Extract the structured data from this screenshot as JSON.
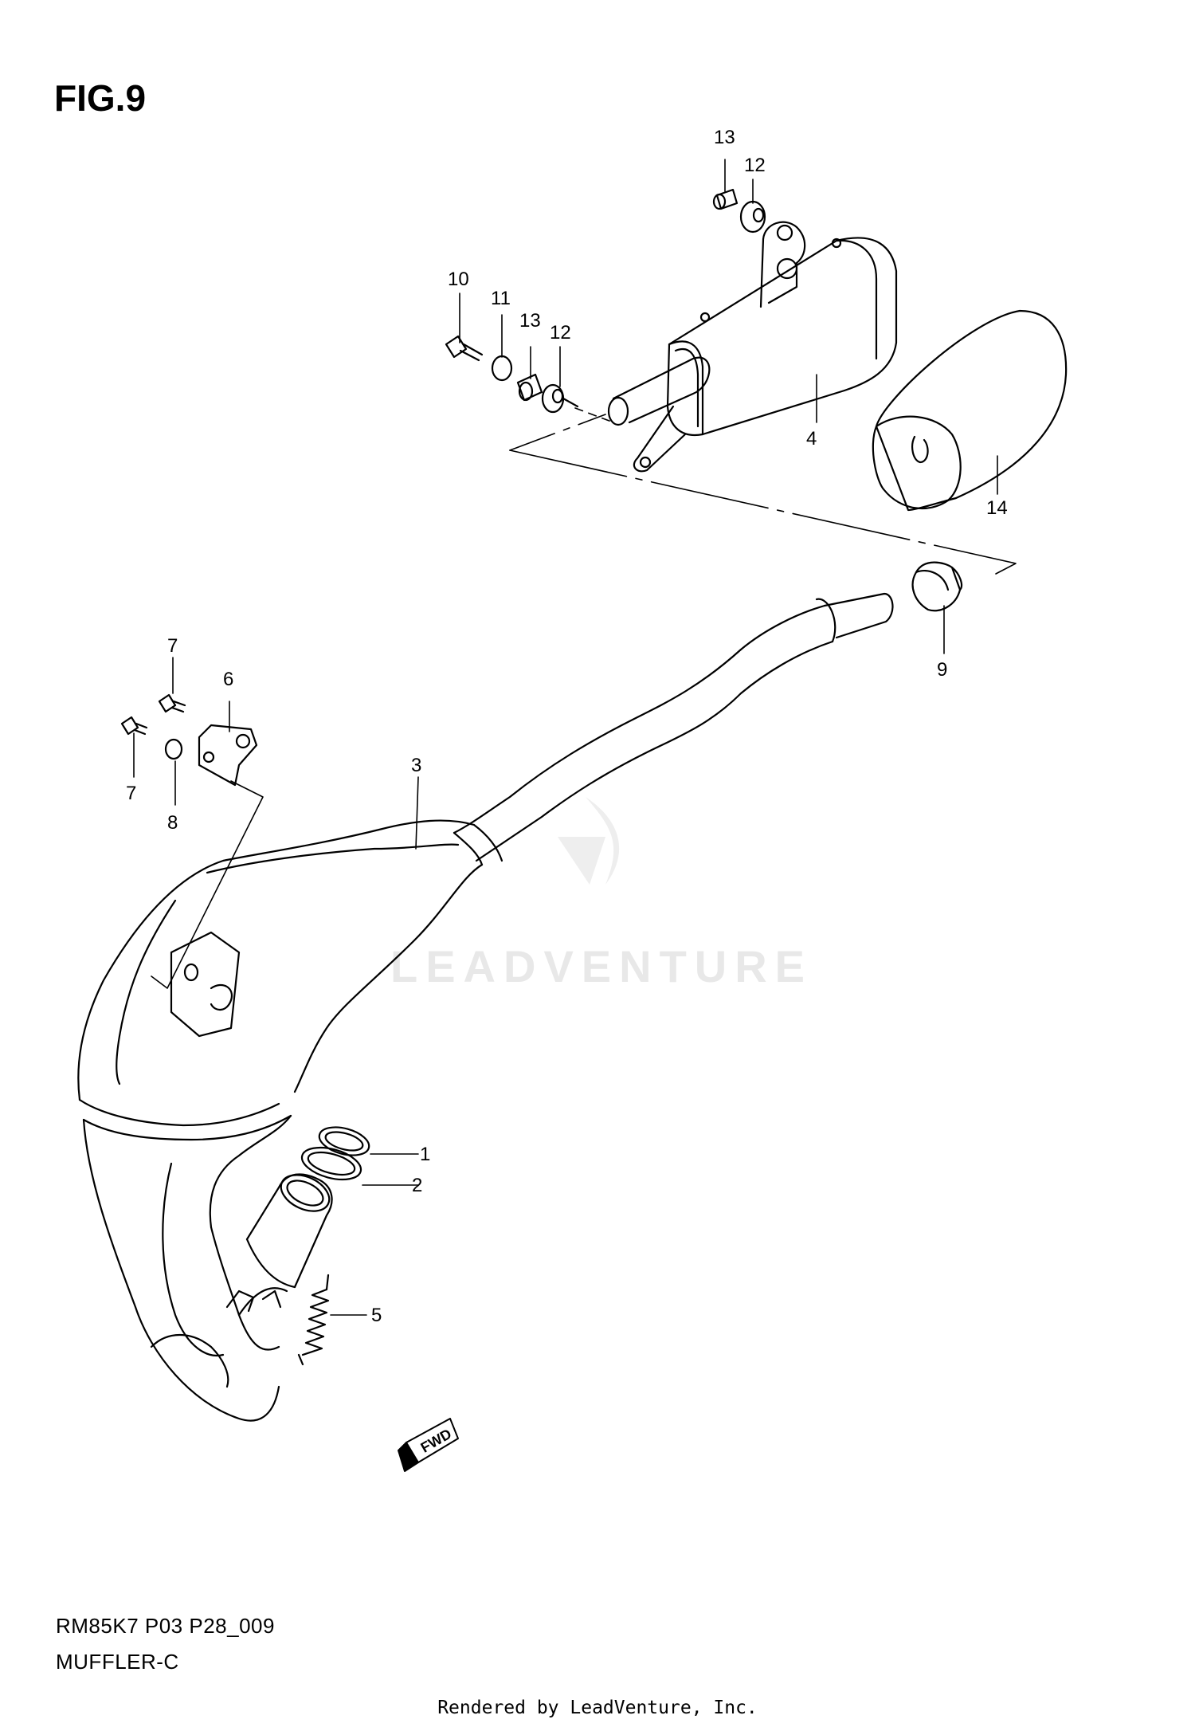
{
  "figure": {
    "title": "FIG.9",
    "code": "RM85K7 P03 P28_009",
    "caption": "MUFFLER-C",
    "footer": "Rendered by LeadVenture, Inc.",
    "watermark": "LEADVENTURE",
    "fwd_label": "FWD"
  },
  "callouts": [
    {
      "id": "1",
      "label": "1"
    },
    {
      "id": "2",
      "label": "2"
    },
    {
      "id": "3",
      "label": "3"
    },
    {
      "id": "4",
      "label": "4"
    },
    {
      "id": "5",
      "label": "5"
    },
    {
      "id": "6",
      "label": "6"
    },
    {
      "id": "7a",
      "label": "7"
    },
    {
      "id": "7b",
      "label": "7"
    },
    {
      "id": "8",
      "label": "8"
    },
    {
      "id": "9",
      "label": "9"
    },
    {
      "id": "10",
      "label": "10"
    },
    {
      "id": "11",
      "label": "11"
    },
    {
      "id": "12a",
      "label": "12"
    },
    {
      "id": "12b",
      "label": "12"
    },
    {
      "id": "13a",
      "label": "13"
    },
    {
      "id": "13b",
      "label": "13"
    },
    {
      "id": "14",
      "label": "14"
    }
  ],
  "colors": {
    "line": "#000000",
    "watermark": "#e8e8e8"
  }
}
